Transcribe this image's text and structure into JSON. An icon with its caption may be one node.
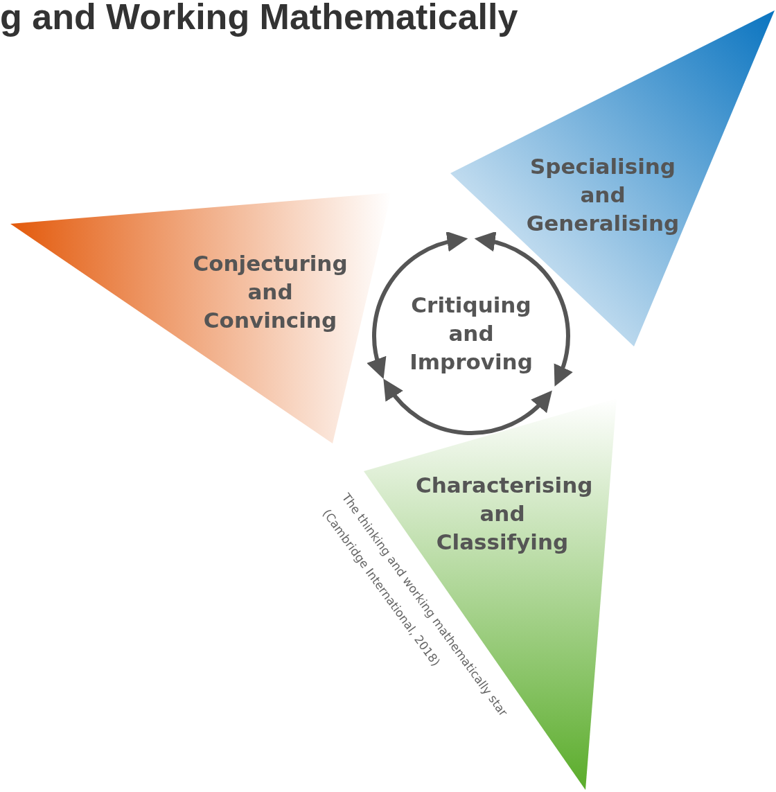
{
  "diagram": {
    "title": "g and Working Mathematically",
    "nodes": [
      {
        "text": [
          "Specialising and Generalising"
        ]
      },
      {
        "text": [
          "Conjecturing and Convincing"
        ]
      },
      {
        "text": [
          "Critiquing and Improving"
        ]
      },
      {
        "text": [
          "Characterising and Classifying"
        ]
      }
    ],
    "labels": [
      "The thinking and working mathematically star",
      "(Cambridge International, 2018)"
    ]
  }
}
